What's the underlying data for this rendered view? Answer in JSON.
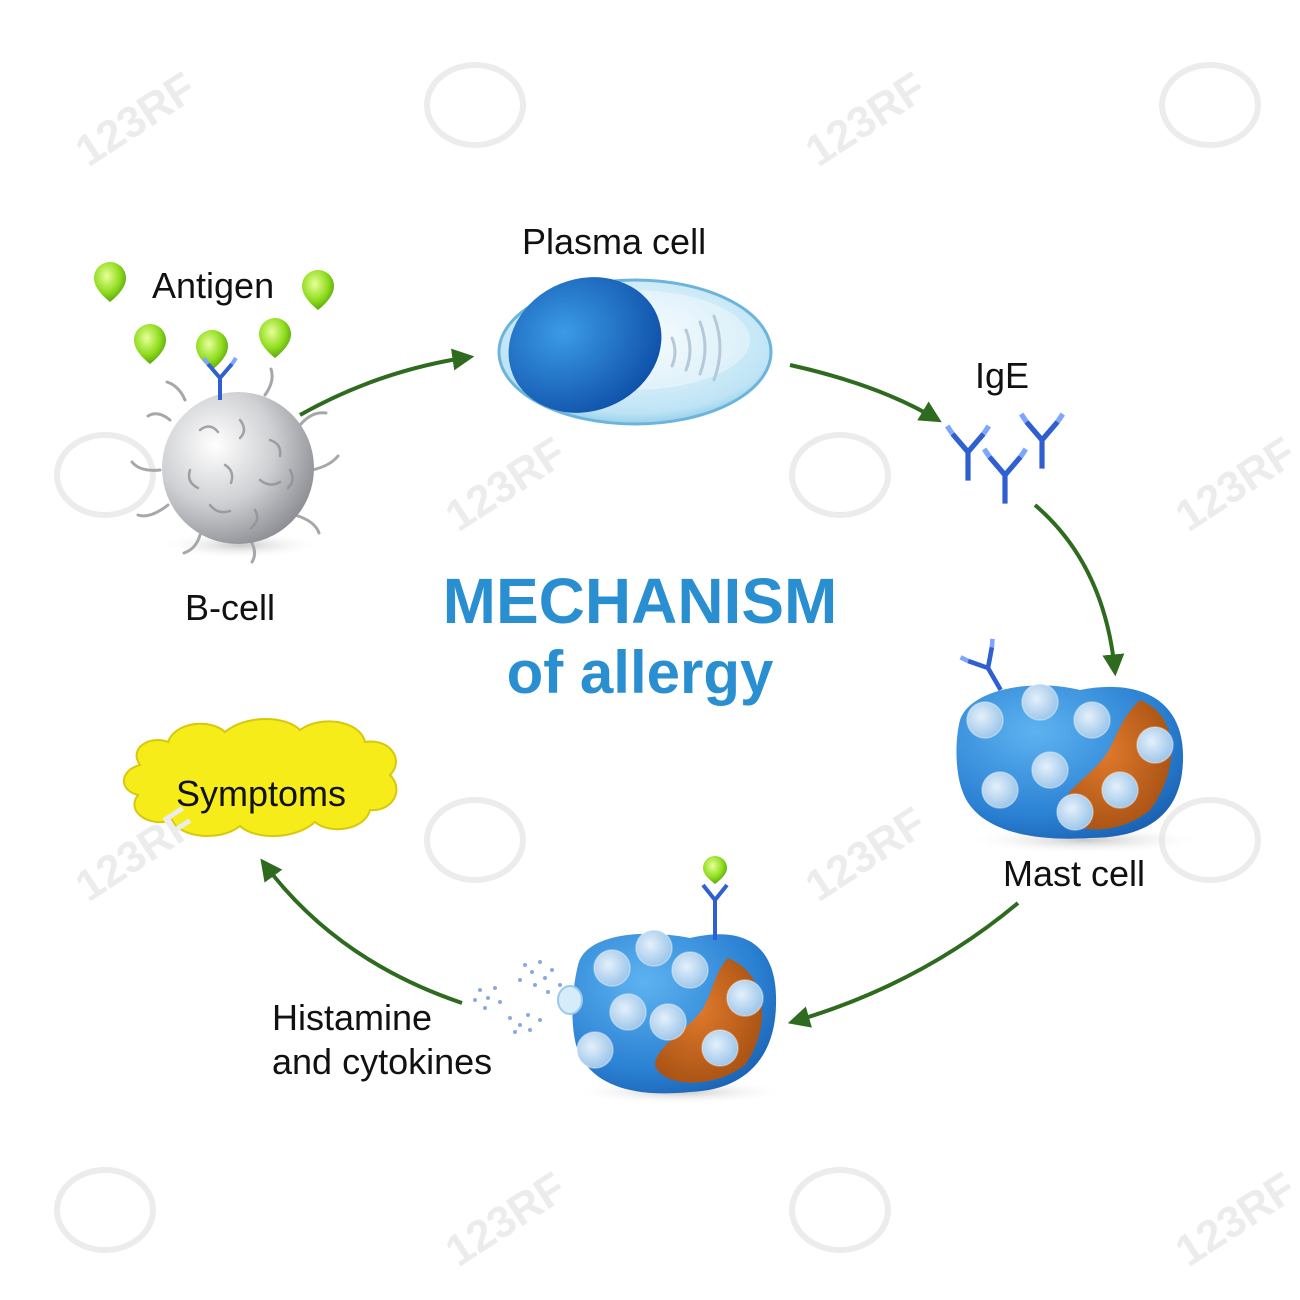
{
  "title": {
    "line1": "MECHANISM",
    "line2": "of allergy"
  },
  "labels": {
    "antigen": "Antigen",
    "b_cell": "B-cell",
    "plasma_cell": "Plasma cell",
    "ige": "IgE",
    "mast_cell": "Mast cell",
    "histamine_line1": "Histamine",
    "histamine_line2": "and cytokines",
    "symptoms": "Symptoms"
  },
  "watermark": "123RF",
  "colors": {
    "title_blue": "#2a8fd0",
    "arrow_green": "#2e6b1f",
    "antigen_green": "#8edc1c",
    "cell_blue": "#2b7fd1",
    "nucleus_orange": "#c4651e",
    "symptoms_yellow": "#f5ec1a",
    "antibody_blue": "#2f5fd0"
  }
}
